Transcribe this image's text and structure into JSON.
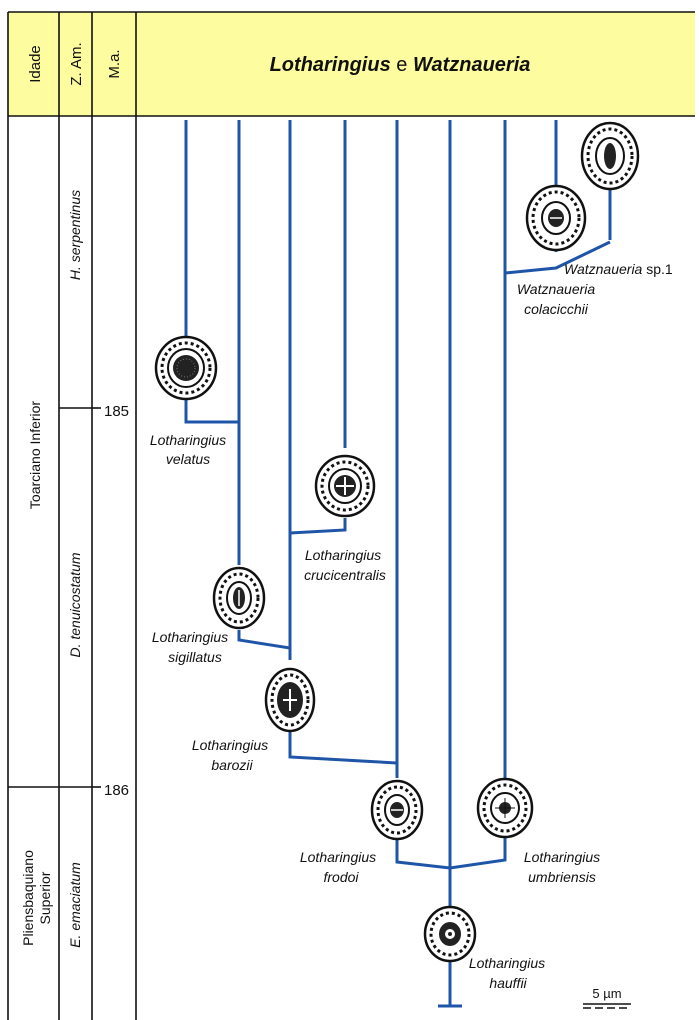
{
  "title": {
    "part1": "Lotharingius",
    "connector": " e ",
    "part2": "Watznaueria"
  },
  "columns": {
    "age": "Idade",
    "zone": "Z. Am.",
    "ma": "M.a."
  },
  "ages": [
    "Toarciano Inferior",
    "Pliensbaquiano",
    "Superior"
  ],
  "zones": [
    "H. serpentinus",
    "D. tenuicostatum",
    "E. emaciatum"
  ],
  "ticks": [
    "185",
    "186"
  ],
  "taxa": {
    "velatus": [
      "Lotharingius",
      "velatus"
    ],
    "crucicentralis": [
      "Lotharingius",
      "crucicentralis"
    ],
    "sigillatus": [
      "Lotharingius",
      "sigillatus"
    ],
    "barozii": [
      "Lotharingius",
      "barozii"
    ],
    "frodoi": [
      "Lotharingius",
      "frodoi"
    ],
    "umbriensis": [
      "Lotharingius",
      "umbriensis"
    ],
    "hauffii": [
      "Lotharingius",
      "hauffii"
    ],
    "colacicchii": [
      "Watznaueria",
      "colacicchii"
    ],
    "watz_sp1_genus": "Watznaueria",
    "watz_sp1_suffix": " sp.1"
  },
  "scale_bar": "5 µm",
  "colors": {
    "header": "#fdfd9f",
    "lineage": "#1f55a8"
  },
  "icons": [
    "coccolith-icon"
  ]
}
